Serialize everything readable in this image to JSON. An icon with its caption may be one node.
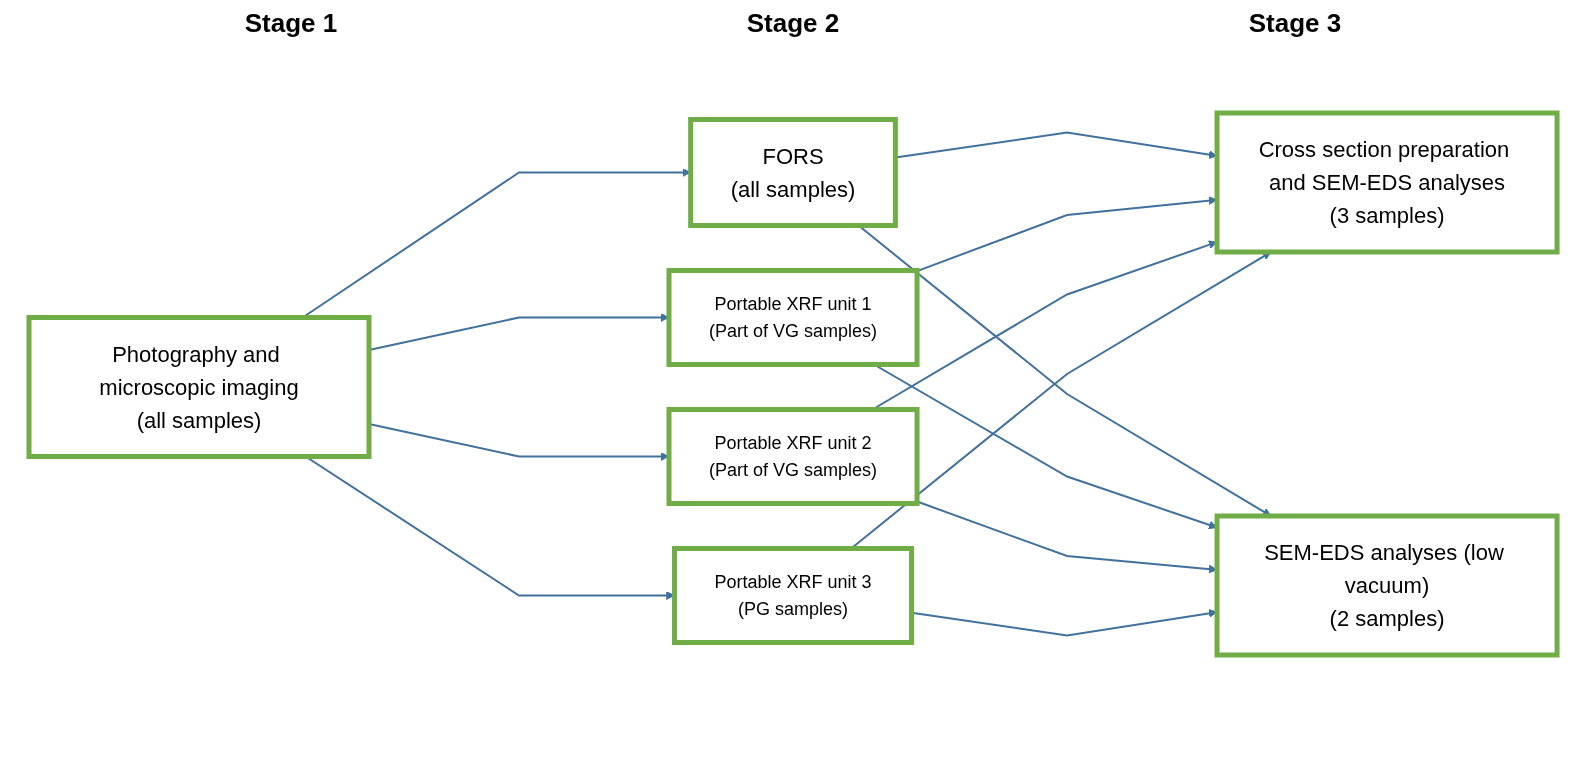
{
  "diagram": {
    "nodes": [
      {
        "text": [
          "Photography and microscopic imaging",
          "(all samples)"
        ]
      },
      {
        "text": [
          "FORS",
          "(all samples)"
        ]
      },
      {
        "text": [
          "Portable XRF unit 1",
          "(Part of VG samples)"
        ]
      },
      {
        "text": [
          "Portable XRF unit 2",
          "(Part of VG samples)"
        ]
      },
      {
        "text": [
          "Portable XRF unit 3",
          "(PG samples)"
        ]
      },
      {
        "text": [
          "Cross section preparation and SEM-EDS analyses",
          "(3 samples)"
        ]
      },
      {
        "text": [
          "SEM-EDS analyses (low vacuum)",
          "(2 samples)"
        ]
      }
    ],
    "edges": [
      {
        "from": 0,
        "to": 1,
        "arrow": "to"
      },
      {
        "from": 0,
        "to": 2,
        "arrow": "to"
      },
      {
        "from": 0,
        "to": 3,
        "arrow": "to"
      },
      {
        "from": 0,
        "to": 4,
        "arrow": "to"
      },
      {
        "from": 1,
        "to": 5,
        "arrow": "to"
      },
      {
        "from": 1,
        "to": 6,
        "arrow": "to"
      },
      {
        "from": 2,
        "to": 5,
        "arrow": "to"
      },
      {
        "from": 2,
        "to": 6,
        "arrow": "to"
      },
      {
        "from": 3,
        "to": 5,
        "arrow": "to"
      },
      {
        "from": 3,
        "to": 6,
        "arrow": "to"
      },
      {
        "from": 4,
        "to": 5,
        "arrow": "to"
      },
      {
        "from": 4,
        "to": 6,
        "arrow": "to"
      }
    ],
    "labels": [
      "Stage 1",
      "Stage 2",
      "Stage 3"
    ]
  }
}
